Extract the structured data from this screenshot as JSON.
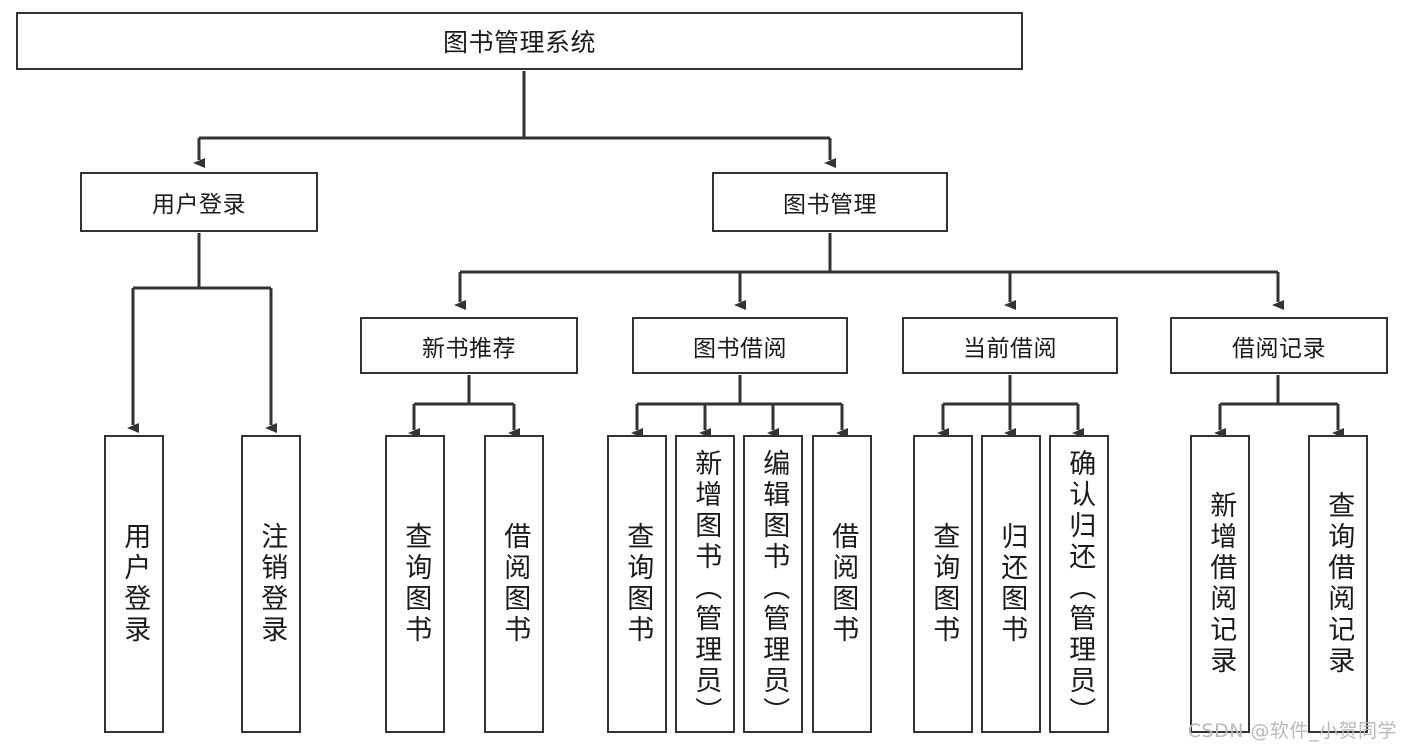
{
  "diagram": {
    "title": "图书管理系统",
    "type": "tree-hierarchy",
    "colors": {
      "box_border": "#333333",
      "box_fill": "#ffffff",
      "connector": "#333333",
      "text": "#1b1b1b",
      "watermark": "#b9b9b9"
    },
    "root": {
      "label": "图书管理系统"
    },
    "level1": [
      {
        "label": "用户登录"
      },
      {
        "label": "图书管理"
      }
    ],
    "level2": [
      {
        "label": "新书推荐"
      },
      {
        "label": "图书借阅"
      },
      {
        "label": "当前借阅"
      },
      {
        "label": "借阅记录"
      }
    ],
    "leaves": {
      "user_login": [
        {
          "label": "用户登录"
        },
        {
          "label": "注销登录"
        }
      ],
      "new_book_recommend": [
        {
          "label": "查询图书"
        },
        {
          "label": "借阅图书"
        }
      ],
      "book_borrow": [
        {
          "label": "查询图书"
        },
        {
          "label": "新增图书（管理员）"
        },
        {
          "label": "编辑图书（管理员）"
        },
        {
          "label": "借阅图书"
        }
      ],
      "current_borrow": [
        {
          "label": "查询图书"
        },
        {
          "label": "归还图书"
        },
        {
          "label": "确认归还（管理员）"
        }
      ],
      "borrow_record": [
        {
          "label": "新增借阅记录"
        },
        {
          "label": "查询借阅记录"
        }
      ]
    },
    "watermark": "CSDN @软件_小贺同学"
  }
}
